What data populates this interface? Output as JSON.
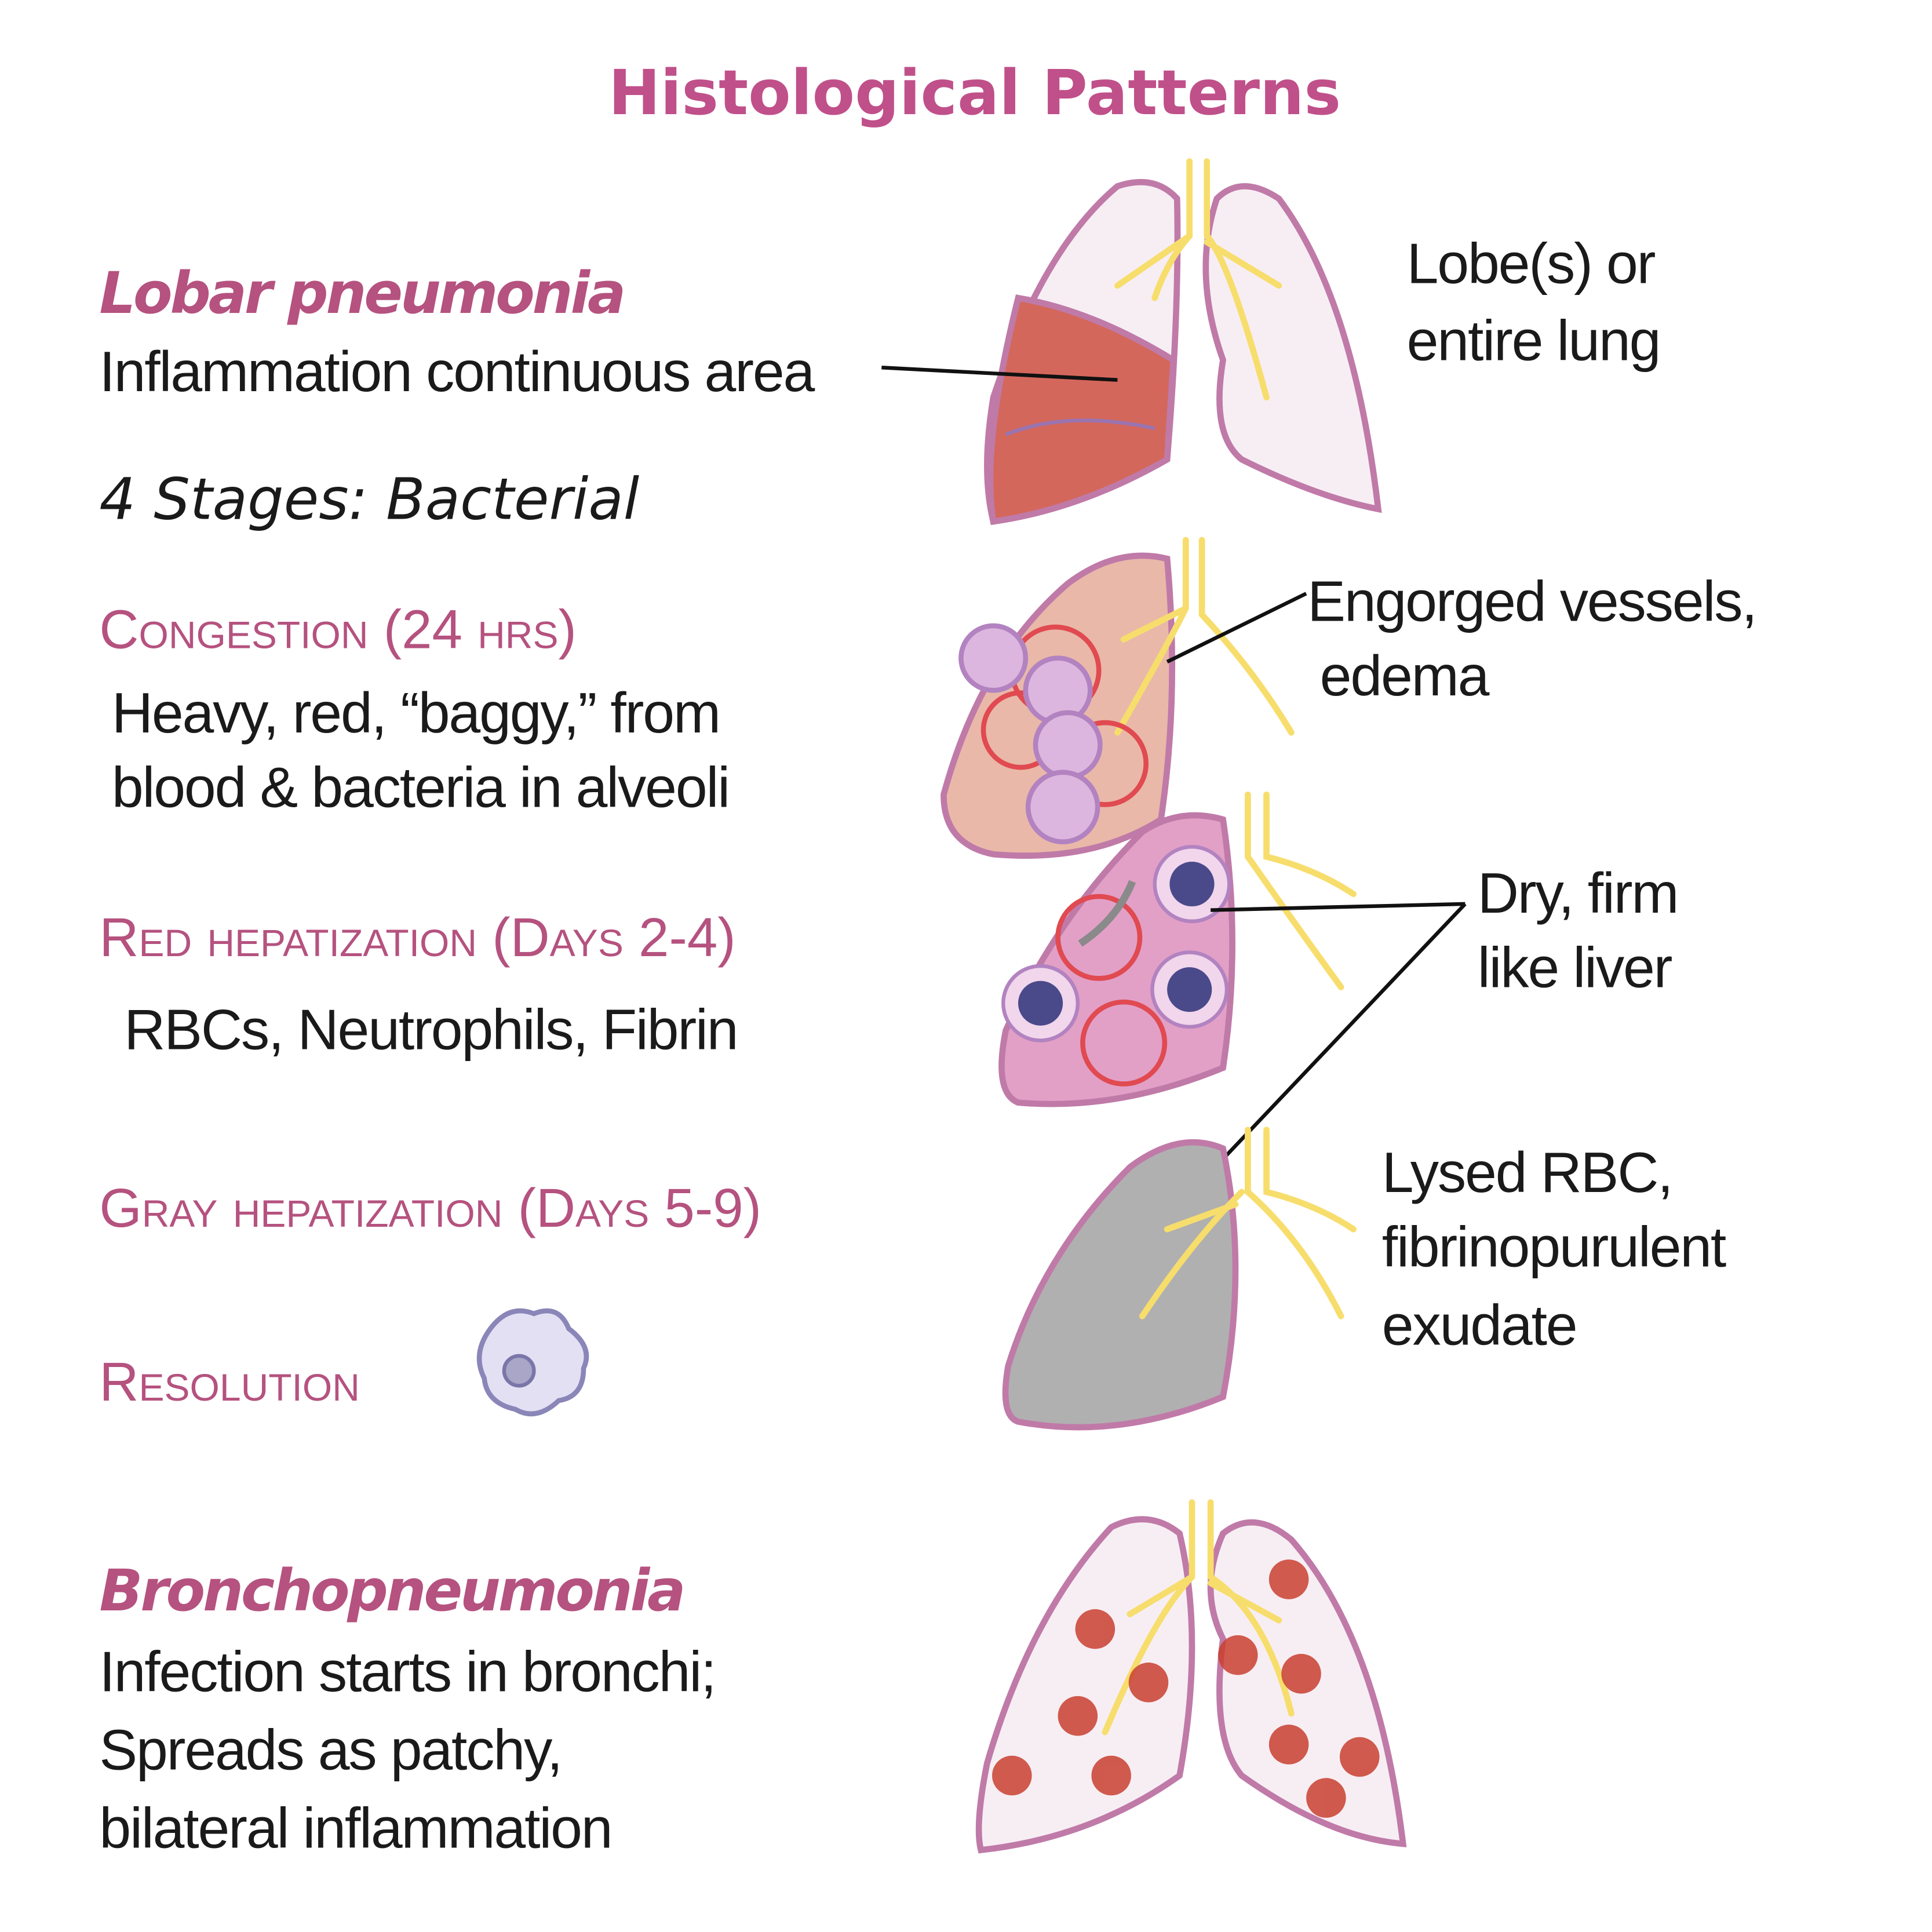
{
  "title": "Histological Patterns",
  "lobar": {
    "heading": "Lobar pneumonia",
    "description": "Inflammation continuous area",
    "stages_heading": "4 Stages: Bacterial",
    "annotation": [
      "Lobe(s) or",
      "entire lung"
    ]
  },
  "stages": [
    {
      "name": "Congestion (24 hrs)",
      "details": [
        "Heavy, red, “baggy,” from",
        "blood & bacteria in alveoli"
      ],
      "annotation": [
        "Engorged vessels,",
        "edema"
      ]
    },
    {
      "name": "Red hepatization (Days 2-4)",
      "details": [
        "RBCs, Neutrophils, Fibrin"
      ],
      "annotation": [
        "Dry, firm",
        "like liver"
      ]
    },
    {
      "name": "Gray hepatization (Days 5-9)",
      "details": [],
      "annotation": [
        "Lysed RBC,",
        "fibrinopurulent",
        "exudate"
      ]
    },
    {
      "name": "Resolution",
      "details": [],
      "annotation": []
    }
  ],
  "broncho": {
    "heading": "Bronchopneumonia",
    "description": [
      "Infection starts in bronchi;",
      "Spreads as patchy,",
      "bilateral inflammation"
    ]
  },
  "colors": {
    "accent": "#b5527f",
    "lung_outline": "#c07aa8",
    "bronchi": "#f7dd6c",
    "rbc": "#e04a50"
  }
}
